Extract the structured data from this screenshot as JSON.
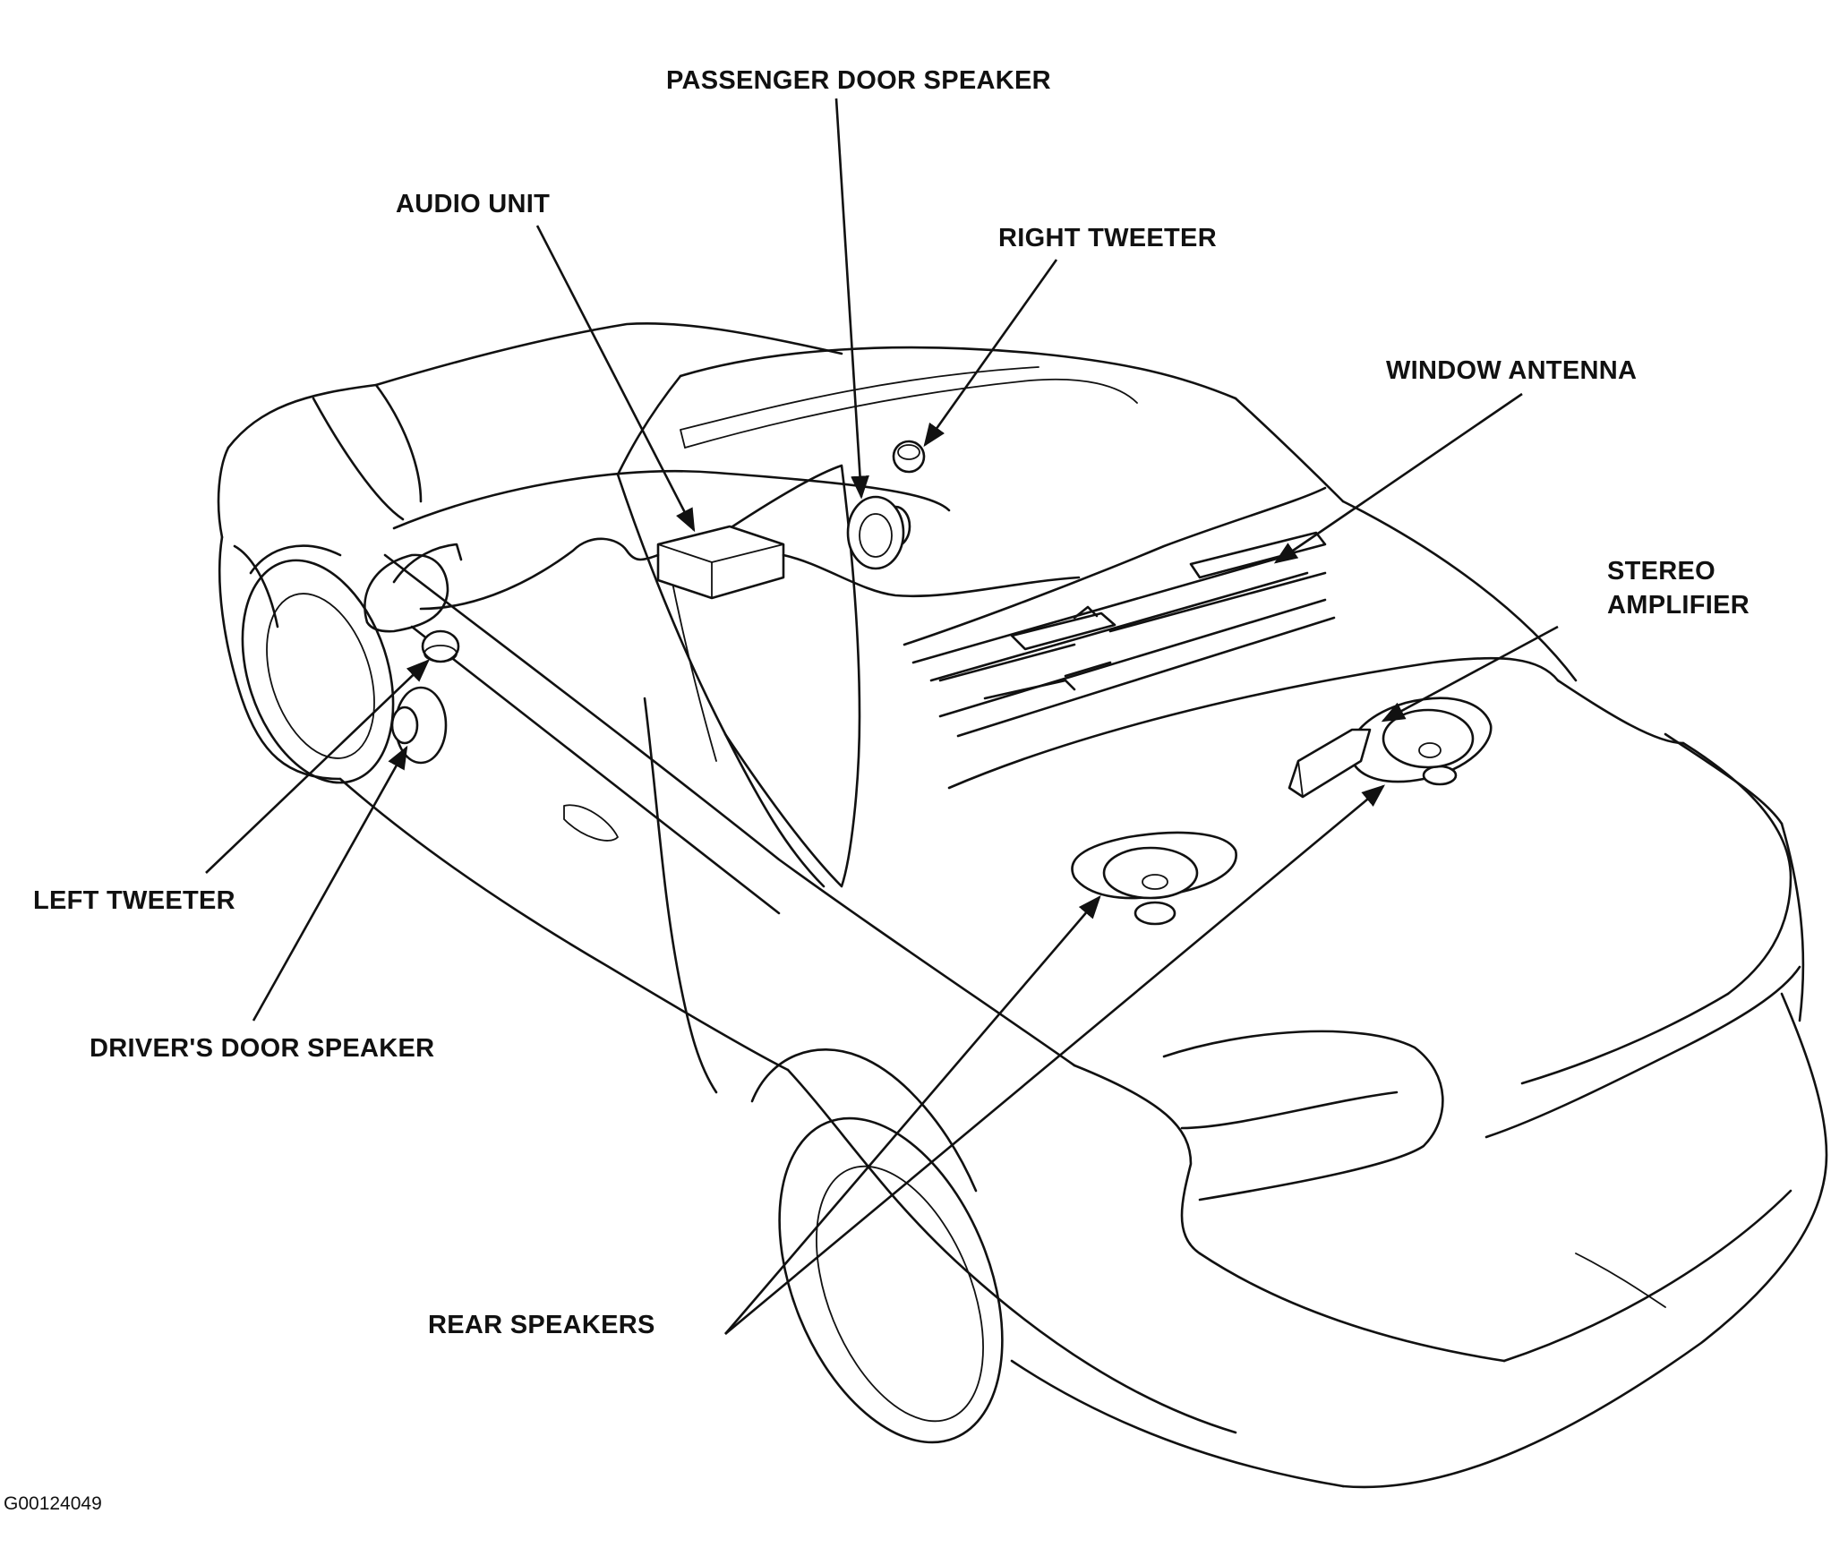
{
  "labels": {
    "passenger_door_speaker": "PASSENGER DOOR SPEAKER",
    "audio_unit": "AUDIO UNIT",
    "right_tweeter": "RIGHT TWEETER",
    "window_antenna": "WINDOW ANTENNA",
    "stereo": "STEREO",
    "amplifier": "AMPLIFIER",
    "left_tweeter": "LEFT TWEETER",
    "drivers_door_speaker": "DRIVER'S DOOR SPEAKER",
    "rear_speakers": "REAR SPEAKERS"
  },
  "figure_code": "G00124049",
  "colors": {
    "ink": "#111111",
    "paper": "#ffffff"
  }
}
